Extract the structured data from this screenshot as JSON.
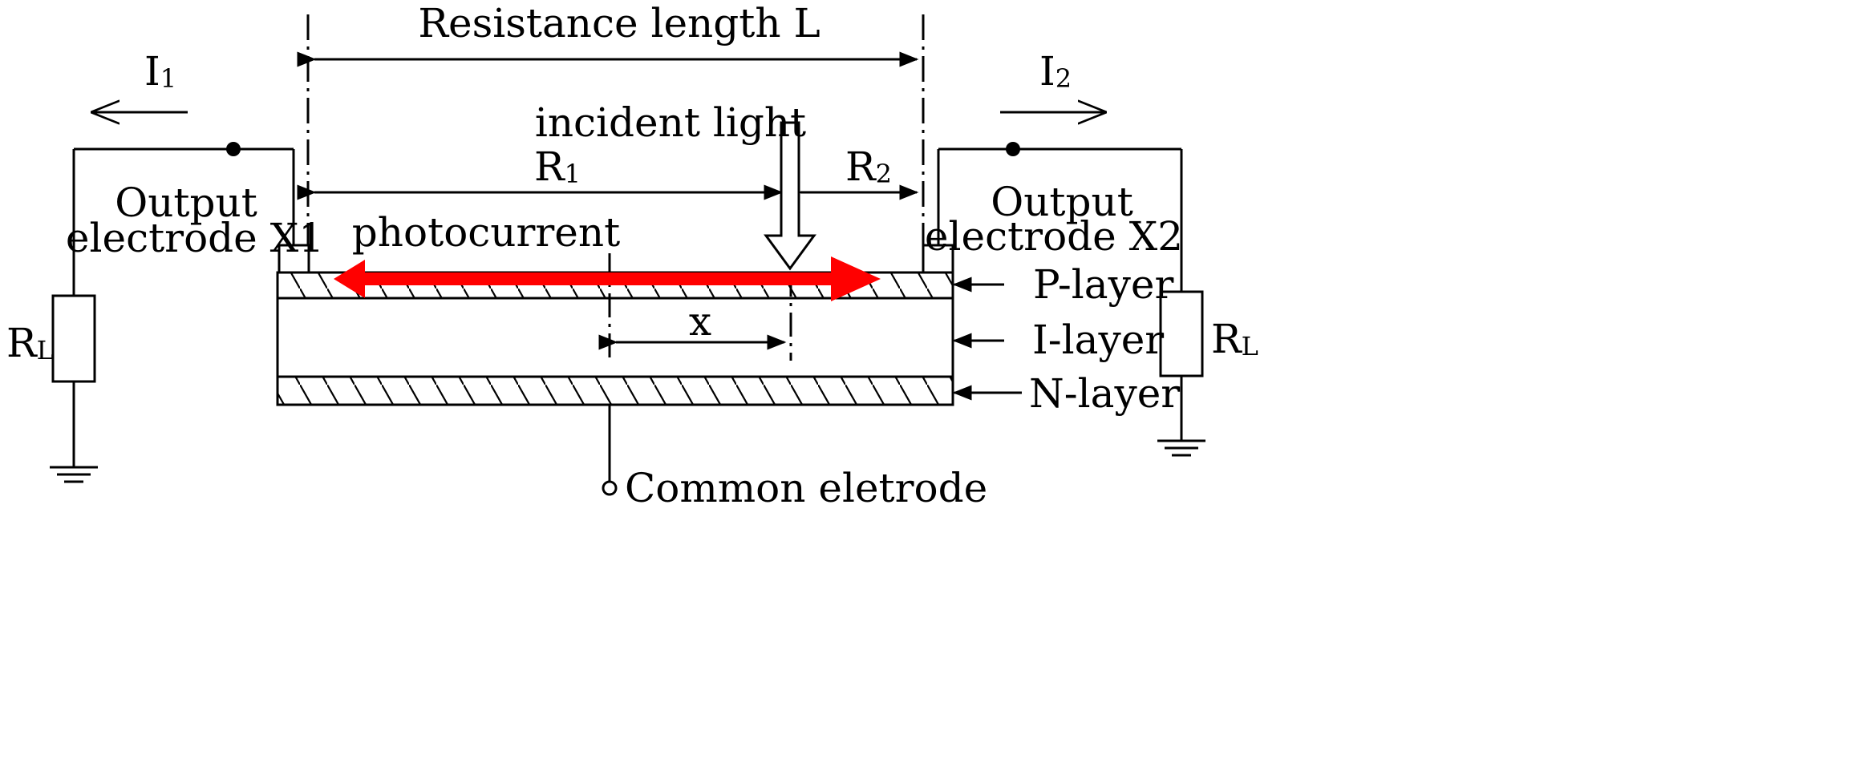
{
  "colors": {
    "line": "#000000",
    "photocurrent_arrow": "#ff0000",
    "background": "#ffffff"
  },
  "labels": {
    "resistance_length": "Resistance length L",
    "current_left": "I",
    "current_left_sub": "1",
    "current_right": "I",
    "current_right_sub": "2",
    "incident_light": "incident light",
    "r1": "R",
    "r1_sub": "1",
    "r2": "R",
    "r2_sub": "2",
    "output_left_line1": "Output",
    "output_left_line2": "electrode X1",
    "output_right_line1": "Output",
    "output_right_line2": "electrode X2",
    "photocurrent": "photocurrent",
    "p_layer": "P-layer",
    "i_layer": "I-layer",
    "n_layer": "N-layer",
    "x": "x",
    "load_left": "R",
    "load_left_sub": "L",
    "load_right": "R",
    "load_right_sub": "L",
    "common_electrode": "Common eletrode"
  }
}
